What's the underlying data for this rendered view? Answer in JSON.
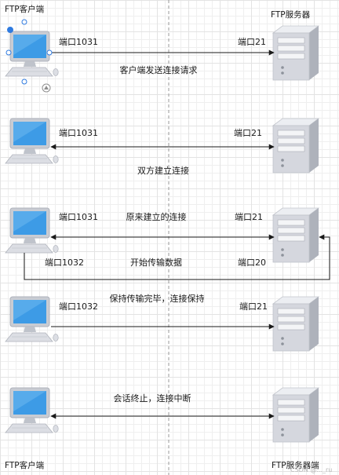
{
  "headers": {
    "client_top": "FTP客户端",
    "server_top": "FTP服务器",
    "client_bottom": "FTP客户端",
    "server_bottom": "FTP服务器端"
  },
  "stages": [
    {
      "client_port": "端口1031",
      "server_port": "端口21",
      "message": "客户端发送连接请求"
    },
    {
      "client_port": "端口1031",
      "server_port": "端口21",
      "message": "双方建立连接"
    },
    {
      "client_port": "端口1031",
      "server_port": "端口21",
      "message": "原来建立的连接",
      "data_client_port": "端口1032",
      "data_server_port": "端口20",
      "data_message": "开始传输数据"
    },
    {
      "client_port": "端口1032",
      "server_port": "端口21",
      "message": "保持传输完毕，连接保持"
    },
    {
      "message": "会话终止，连接中断"
    }
  ],
  "watermark": "CSDN @..._ru",
  "colors": {
    "monitor_frame": "#c9ccd3",
    "screen": "#3d9be6",
    "server_body": "#d5d7de",
    "line": "#1a1a1a",
    "dashed_divider": "#9a9a9a",
    "selection": "#2f7be0"
  }
}
